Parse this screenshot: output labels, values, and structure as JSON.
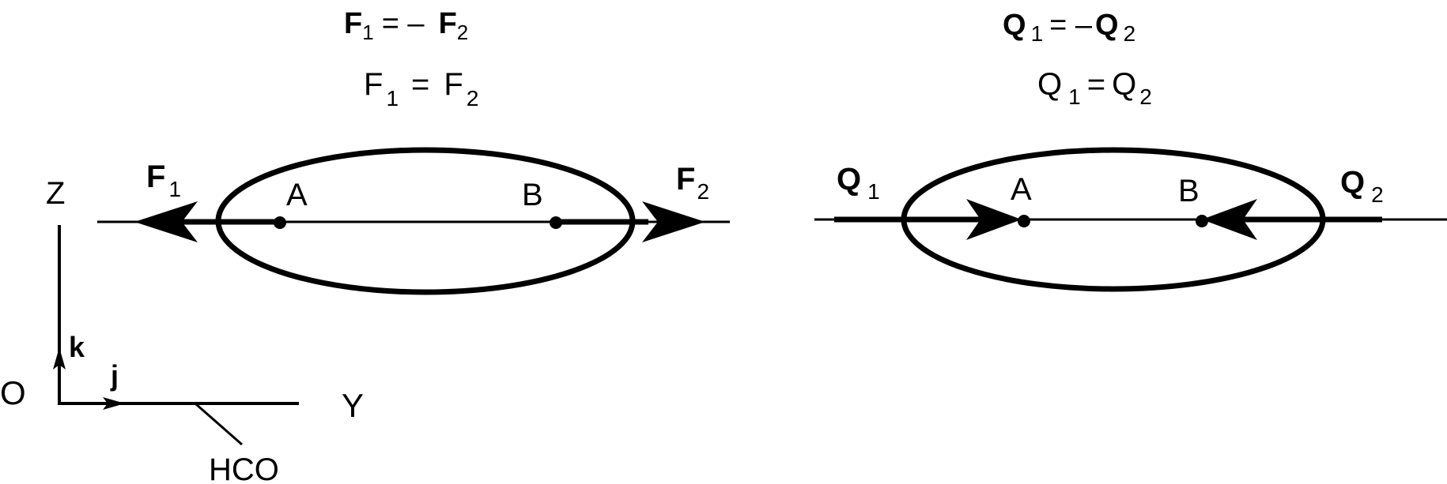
{
  "left_panel": {
    "eq_vector": {
      "lhs": "F",
      "lhs_sub": "1",
      "op": "= –",
      "rhs": "F",
      "rhs_sub": "2"
    },
    "eq_magnitude": {
      "lhs": "F",
      "lhs_sub": "1",
      "op": "=",
      "rhs": "F",
      "rhs_sub": "2"
    },
    "force_left": {
      "symbol": "F",
      "sub": "1"
    },
    "force_right": {
      "symbol": "F",
      "sub": "2"
    },
    "point_a": "A",
    "point_b": "B"
  },
  "right_panel": {
    "eq_vector": {
      "lhs": "Q",
      "lhs_sub": "1",
      "op": "= –",
      "rhs": "Q",
      "rhs_sub": "2"
    },
    "eq_magnitude": {
      "lhs": "Q",
      "lhs_sub": "1",
      "op": "=",
      "rhs": "Q",
      "rhs_sub": "2"
    },
    "force_left": {
      "symbol": "Q",
      "sub": "1"
    },
    "force_right": {
      "symbol": "Q",
      "sub": "2"
    },
    "point_a": "A",
    "point_b": "B"
  },
  "axes": {
    "z_label": "Z",
    "y_label": "Y",
    "origin_label": "O",
    "k_label": "k",
    "j_label": "j",
    "hco_label": "HCO"
  },
  "colors": {
    "ink": "#000000",
    "background": "#ffffff"
  }
}
